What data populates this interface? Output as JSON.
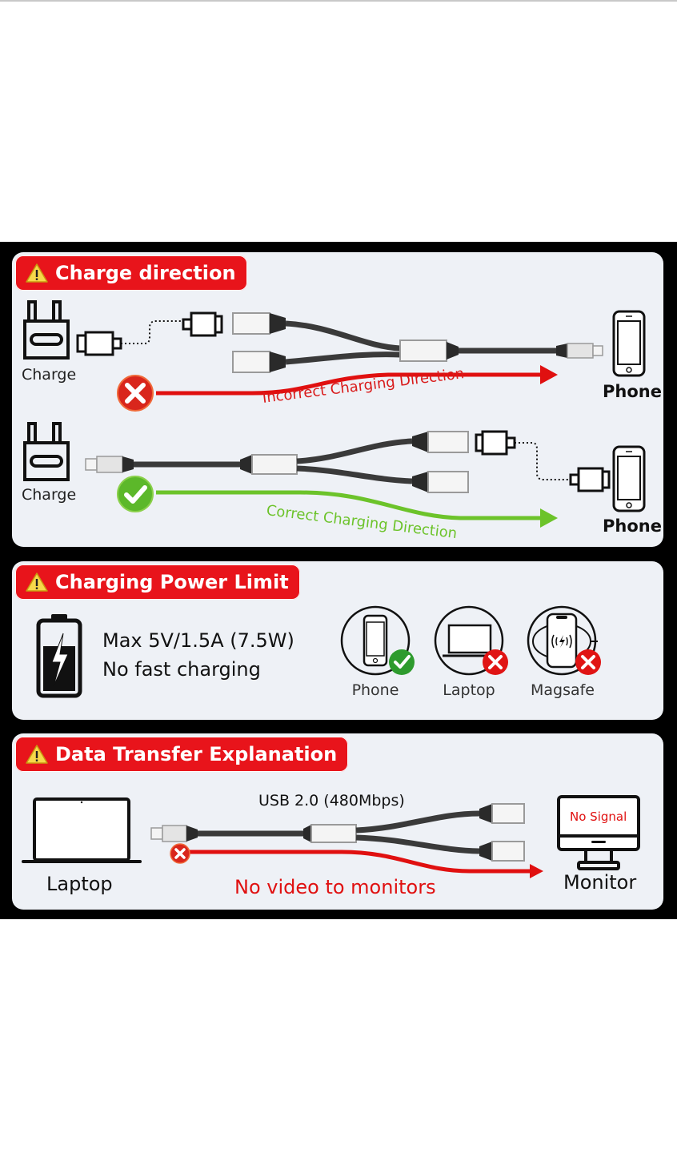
{
  "sections": {
    "charge_direction": {
      "title": "Charge direction",
      "incorrect": {
        "source_label": "Charge",
        "target_label": "Phone",
        "direction_text": "Incorrect Charging Direction",
        "status": "incorrect"
      },
      "correct": {
        "source_label": "Charge",
        "target_label": "Phone",
        "direction_text": "Correct Charging Direction",
        "status": "correct"
      }
    },
    "power_limit": {
      "title": "Charging Power Limit",
      "spec_line1": "Max 5V/1.5A (7.5W)",
      "spec_line2": "No fast charging",
      "devices": [
        {
          "label": "Phone",
          "supported": true,
          "icon": "phone-icon"
        },
        {
          "label": "Laptop",
          "supported": false,
          "icon": "laptop-icon"
        },
        {
          "label": "Magsafe",
          "supported": false,
          "icon": "magsafe-icon"
        }
      ]
    },
    "data_transfer": {
      "title": "Data Transfer Explanation",
      "source_label": "Laptop",
      "usb_spec": "USB 2.0 (480Mbps)",
      "target_label": "Monitor",
      "monitor_screen_text": "No Signal",
      "note": "No video to monitors"
    }
  },
  "colors": {
    "accent_red": "#e8141b",
    "correct_green": "#6cc32a",
    "check_green": "#2e9b2e",
    "panel_bg": "#eef1f6"
  }
}
